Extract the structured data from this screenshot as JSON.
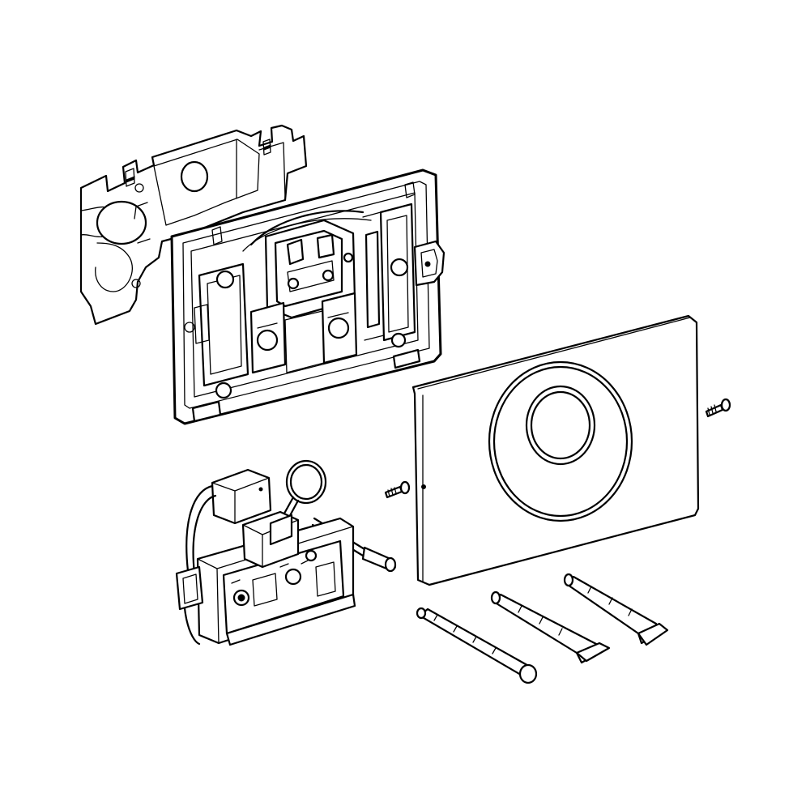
{
  "colors": {
    "background": "#ffffff",
    "line": "#000000"
  },
  "parts": [
    {
      "name": "mounting-bracket",
      "icon": "bracket-plate"
    },
    {
      "name": "frame-carrier",
      "icon": "frame"
    },
    {
      "name": "actuator-plate",
      "icon": "flush-plate-with-round-button"
    },
    {
      "name": "control-unit",
      "icon": "electronic-module"
    },
    {
      "name": "screw",
      "icon": "screw",
      "count": 2
    },
    {
      "name": "extension-rod",
      "icon": "rod",
      "count": 3
    }
  ]
}
